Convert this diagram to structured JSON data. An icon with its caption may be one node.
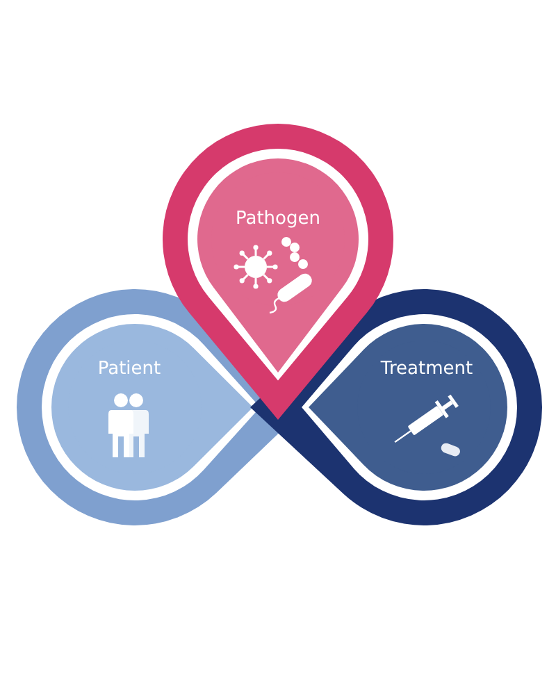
{
  "diagram": {
    "nodes": [
      {
        "text": [
          "Pathogen"
        ]
      },
      {
        "text": [
          "Patient"
        ]
      },
      {
        "text": [
          "Treatment"
        ]
      }
    ]
  }
}
